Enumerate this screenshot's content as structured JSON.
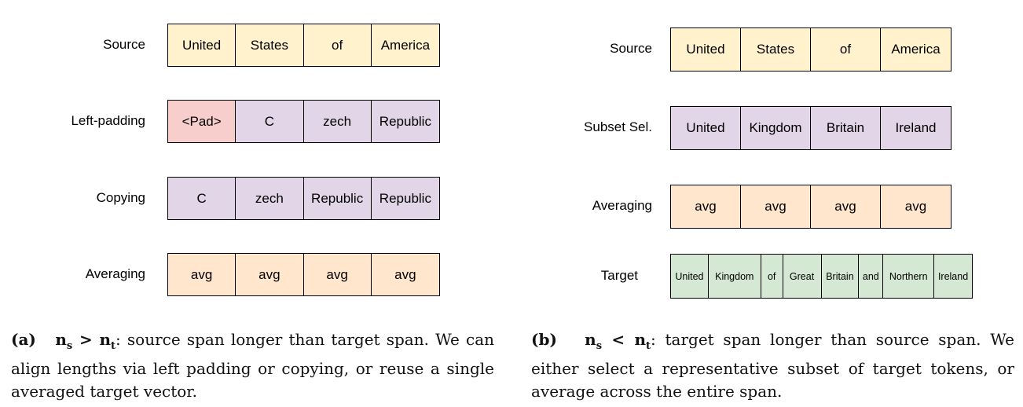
{
  "colors": {
    "source": "#fff2cc",
    "pad": "#f8cecc",
    "target_tokens": "#e1d5e7",
    "avg": "#ffe6cc",
    "full_target": "#d5e8d4"
  },
  "panel_a": {
    "rows": [
      {
        "label": "Source",
        "cells": [
          "United",
          "States",
          "of",
          "America"
        ],
        "colors": [
          "#fff2cc",
          "#fff2cc",
          "#fff2cc",
          "#fff2cc"
        ]
      },
      {
        "label": "Left-padding",
        "cells": [
          "<Pad>",
          "C",
          "zech",
          "Republic"
        ],
        "colors": [
          "#f8cecc",
          "#e1d5e7",
          "#e1d5e7",
          "#e1d5e7"
        ]
      },
      {
        "label": "Copying",
        "cells": [
          "C",
          "zech",
          "Republic",
          "Republic"
        ],
        "colors": [
          "#e1d5e7",
          "#e1d5e7",
          "#e1d5e7",
          "#e1d5e7"
        ]
      },
      {
        "label": "Averaging",
        "cells": [
          "avg",
          "avg",
          "avg",
          "avg"
        ],
        "colors": [
          "#ffe6cc",
          "#ffe6cc",
          "#ffe6cc",
          "#ffe6cc"
        ]
      }
    ],
    "caption": {
      "tag": "(a)",
      "ns": "n",
      "ns_sub": "s",
      "op": ">",
      "nt": "n",
      "nt_sub": "t",
      "text": ": source span longer than target span. We can align lengths via left padding or copying, or reuse a single averaged target vector."
    }
  },
  "panel_b": {
    "rows": [
      {
        "label": "Source",
        "cells": [
          "United",
          "States",
          "of",
          "America"
        ],
        "colors": [
          "#fff2cc",
          "#fff2cc",
          "#fff2cc",
          "#fff2cc"
        ]
      },
      {
        "label": "Subset Sel.",
        "cells": [
          "United",
          "Kingdom",
          "Britain",
          "Ireland"
        ],
        "colors": [
          "#e1d5e7",
          "#e1d5e7",
          "#e1d5e7",
          "#e1d5e7"
        ]
      },
      {
        "label": "Averaging",
        "cells": [
          "avg",
          "avg",
          "avg",
          "avg"
        ],
        "colors": [
          "#ffe6cc",
          "#ffe6cc",
          "#ffe6cc",
          "#ffe6cc"
        ]
      }
    ],
    "target": {
      "label": "Target",
      "cells": [
        "United",
        "Kingdom",
        "of",
        "Great",
        "Britain",
        "and",
        "Northern",
        "Ireland"
      ]
    },
    "caption": {
      "tag": "(b)",
      "ns": "n",
      "ns_sub": "s",
      "op": "<",
      "nt": "n",
      "nt_sub": "t",
      "text": ": target span longer than source span. We either select a representative subset of target tokens, or average across the entire span."
    }
  }
}
